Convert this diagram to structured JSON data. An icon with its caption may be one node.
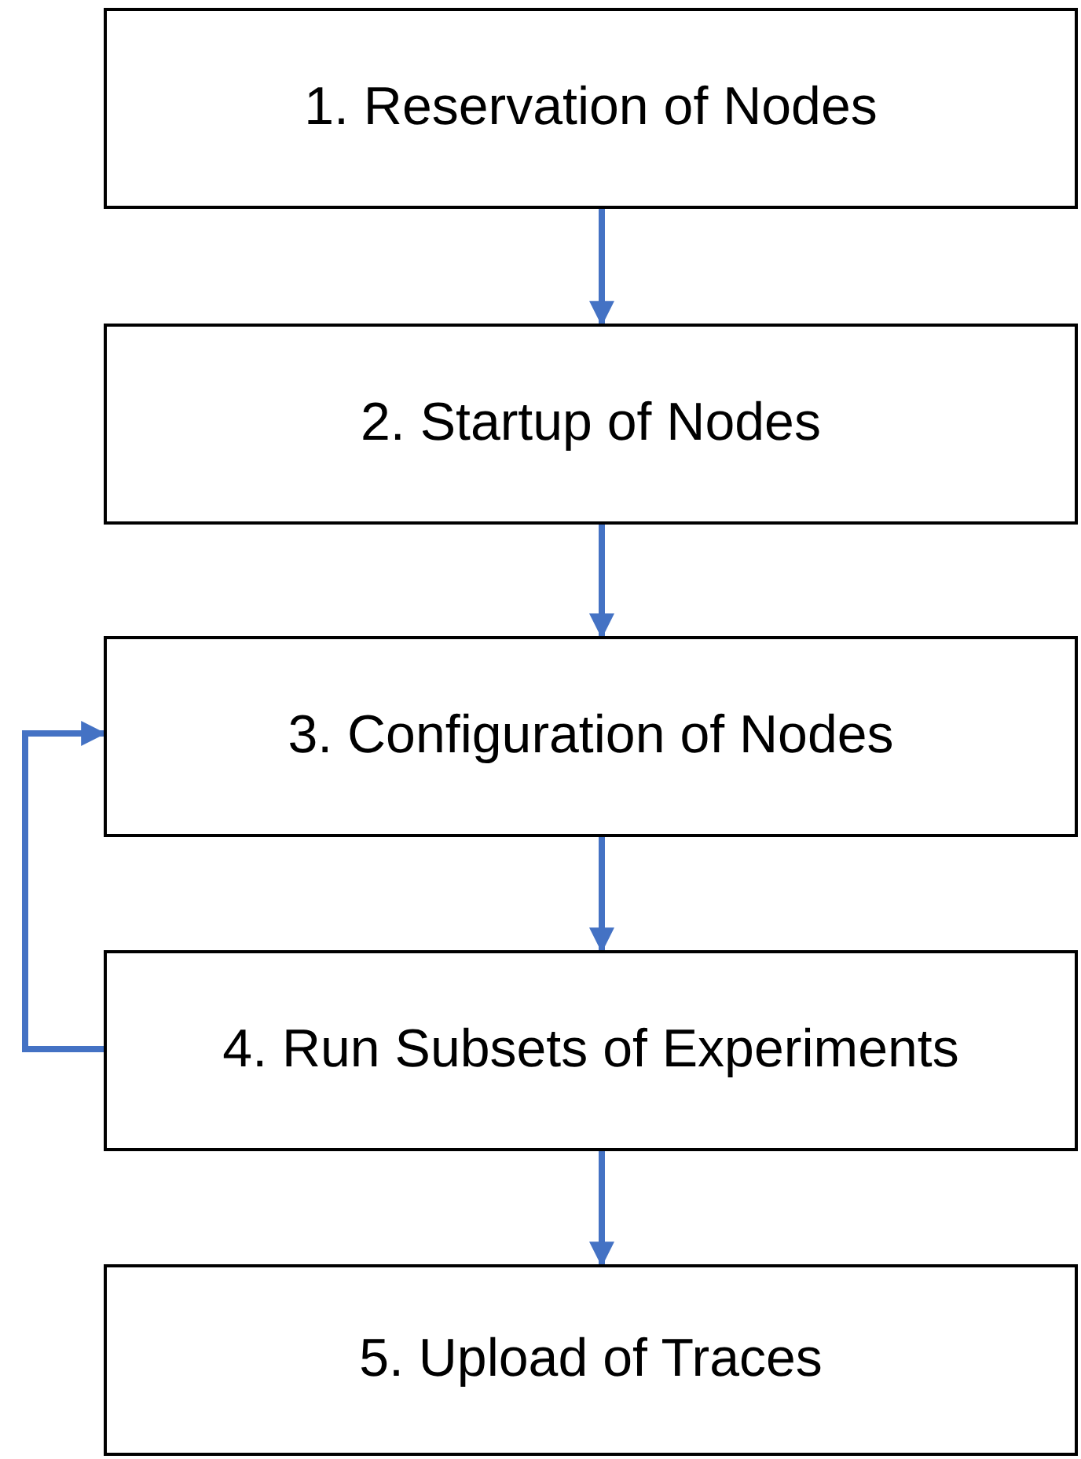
{
  "diagram": {
    "nodes": [
      {
        "text": [
          "1. Reservation of Nodes"
        ]
      },
      {
        "text": [
          "2. Startup of Nodes"
        ]
      },
      {
        "text": [
          "3. Configuration of Nodes"
        ]
      },
      {
        "text": [
          "4. Run Subsets of Experiments"
        ]
      },
      {
        "text": [
          "5. Upload of Traces"
        ]
      }
    ],
    "edges": [
      {
        "from": 0,
        "to": 1,
        "arrow": "to"
      },
      {
        "from": 1,
        "to": 2,
        "arrow": "to"
      },
      {
        "from": 2,
        "to": 3,
        "arrow": "to"
      },
      {
        "from": 3,
        "to": 4,
        "arrow": "to"
      },
      {
        "from": 3,
        "to": 2,
        "arrow": "to"
      }
    ]
  }
}
